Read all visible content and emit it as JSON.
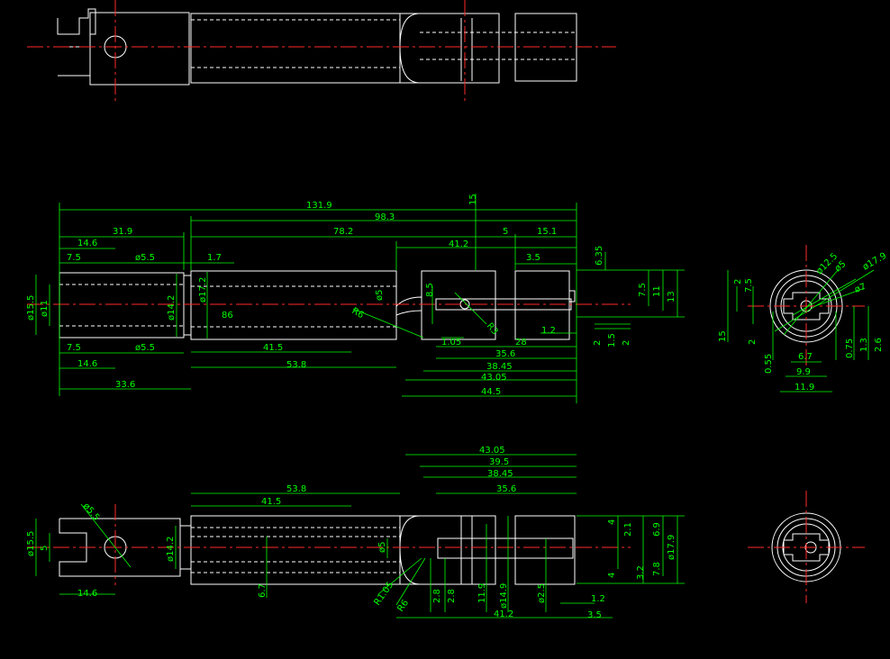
{
  "colors": {
    "background": "#000000",
    "outline": "#ffffff",
    "centerline": "#ff2a2a",
    "dimension": "#00ff00"
  },
  "front_view": {
    "overall": "131.9",
    "d98_3": "98.3",
    "d78_2": "78.2",
    "d31_9": "31.9",
    "d41_2": "41.2",
    "d5": "5",
    "d15_1": "15.1",
    "d15_top": "15",
    "d14_6": "14.6",
    "d7_5": "7.5",
    "dia5_5": "ø5.5",
    "d1_7": "1.7",
    "d3_5": "3.5",
    "d6_35": "6.35",
    "dia15_5": "ø15.5",
    "dia11": "ø11",
    "dia14_2": "ø14.2",
    "dia17_2": "ø17.2",
    "d86": "86",
    "r6": "R6",
    "dia5": "ø5",
    "d8_5": "8.5",
    "r3": "R3",
    "d1_05": "1.05",
    "d28": "28",
    "d1_2": "1.2",
    "d7_5b": "7.5",
    "d11": "11",
    "d13": "13",
    "d2a": "2",
    "d1_5": "1.5",
    "d2b": "2",
    "d7_5_bot": "7.5",
    "dia5_5_bot": "ø5.5",
    "d14_6_bot": "14.6",
    "d41_5": "41.5",
    "d35_6": "35.6",
    "d38_45": "38.45",
    "d53_8": "53.8",
    "d43_05": "43.05",
    "d33_6": "33.6",
    "d44_5": "44.5"
  },
  "side_view": {
    "dia12_5": "ø12.5",
    "dia5": "ø5",
    "dia17_9": "ø17.9",
    "dia7": "ø7",
    "d2": "2",
    "d7_5": "7.5",
    "d15": "15",
    "d2b": "2",
    "d0_55": "0.55",
    "d6_7": "6.7",
    "d9_9": "9.9",
    "d11_9": "11.9",
    "d0_75": "0.75",
    "d1_3": "1.3",
    "d2_6": "2.6"
  },
  "bottom_view": {
    "d43_05": "43.05",
    "d39_5": "39.5",
    "d38_45": "38.45",
    "d53_8": "53.8",
    "d35_6": "35.6",
    "d41_5": "41.5",
    "dia5_5": "ø5.5",
    "dia15_5": "ø15.5",
    "d5": "5",
    "dia14_2": "ø14.2",
    "dia5": "ø5",
    "d14_6": "14.6",
    "d6_7": "6.7",
    "r1_05": "R1.05",
    "r6": "R6",
    "d2_8a": "2.8",
    "d2_8b": "2.8",
    "d11_9": "11.9",
    "dia14_9": "ø14.9",
    "dia2_5": "ø2.5",
    "d41_2": "41.2",
    "d1_2": "1.2",
    "d3_5": "3.5",
    "d4a": "4",
    "d2_1": "2.1",
    "d6_9": "6.9",
    "d4b": "4",
    "d3_2": "3.2",
    "d7_8": "7.8",
    "dia17_9": "ø17.9"
  }
}
